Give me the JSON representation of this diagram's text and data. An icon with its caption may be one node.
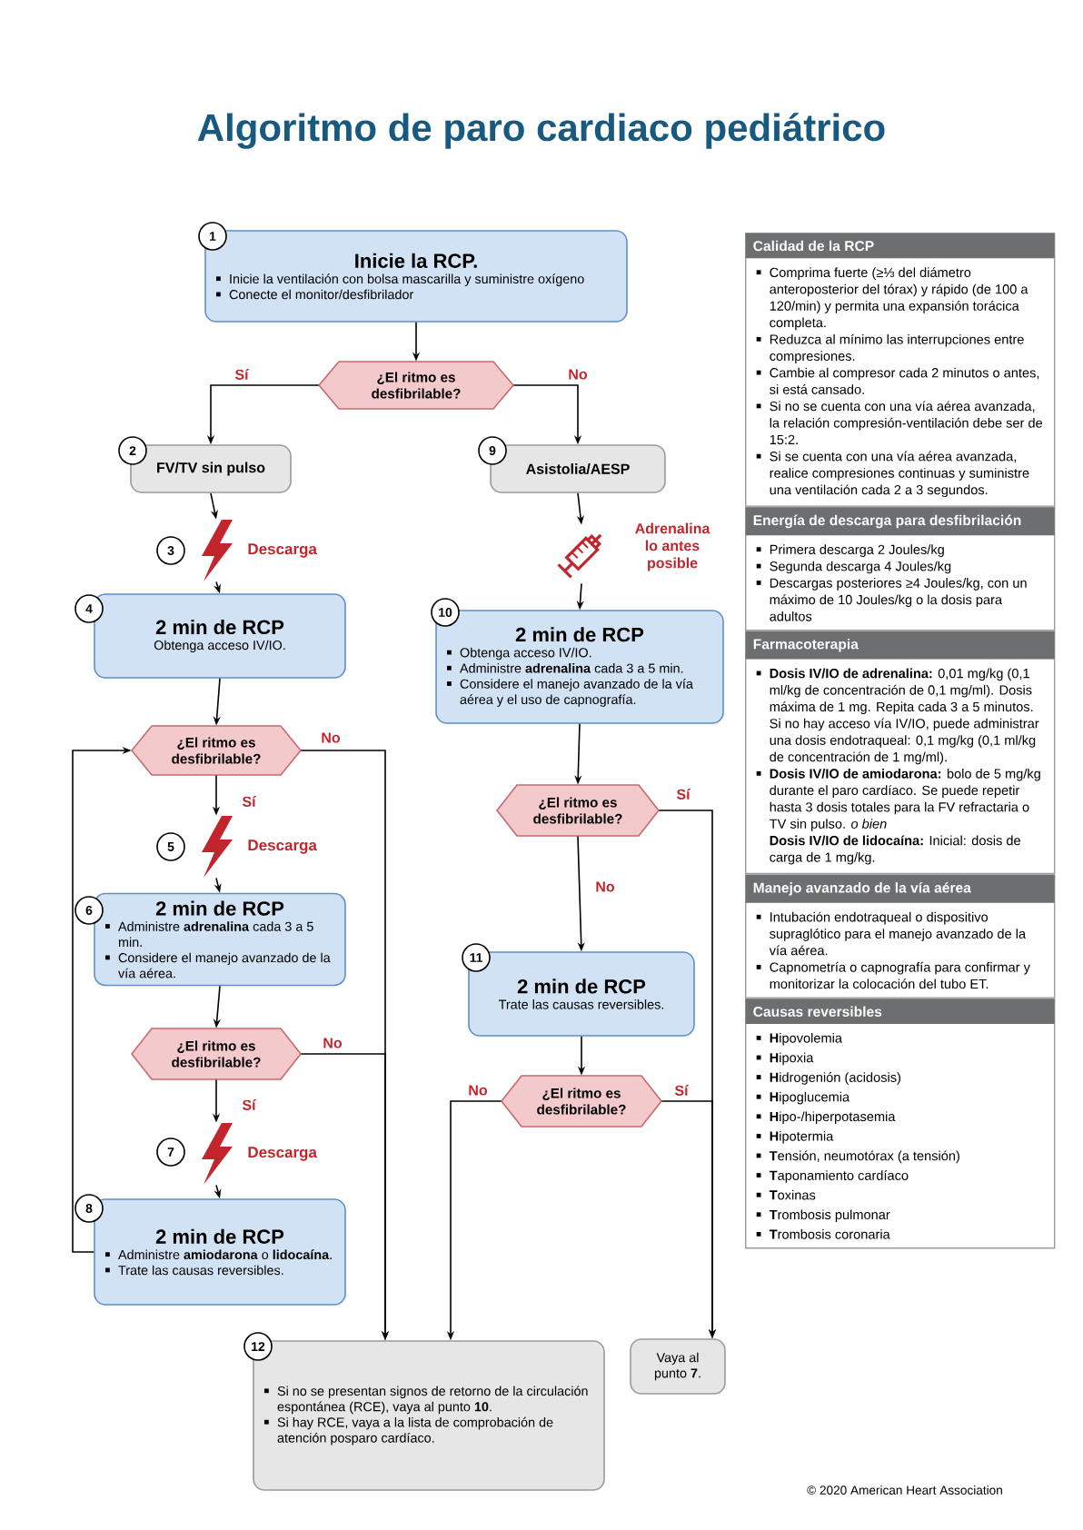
{
  "diagram": {
    "title": "Algoritmo de paro cardiaco pediátrico",
    "nodes": [
      {
        "text": [
          "Inicie la RCP.",
          "Inicie la ventilación con bolsa mascarilla y suministre oxígeno",
          "Conecte el monitor/desfibrilador"
        ]
      },
      {
        "text": [
          "¿El ritmo es desfibrilable?"
        ]
      },
      {
        "text": [
          "FV/TV sin pulso"
        ]
      },
      {
        "text": [
          "Asistolia/AESP"
        ]
      },
      {
        "text": [],
        "shape": "lightning",
        "beside": [
          "Descarga"
        ]
      },
      {
        "text": [],
        "shape": "syringe",
        "beside": [
          "Adrenalina lo antes posible"
        ]
      },
      {
        "text": [
          "2 min de RCP",
          "Obtenga acceso IV/IO."
        ]
      },
      {
        "text": [
          "2 min de RCP",
          "Obtenga acceso IV/IO.",
          "Administre **adrenalina** cada 3 a 5 min.",
          "Considere el manejo avanzado de la vía aérea y el uso de capnografía."
        ]
      },
      {
        "text": [
          "¿El ritmo es desfibrilable?"
        ]
      },
      {
        "text": [
          "¿El ritmo es desfibrilable?"
        ]
      },
      {
        "text": [],
        "shape": "lightning",
        "beside": [
          "Descarga"
        ]
      },
      {
        "text": [
          "2 min de RCP",
          "Administre **adrenalina** cada 3 a 5 min.",
          "Considere el manejo avanzado de la vía aérea."
        ]
      },
      {
        "text": [
          "2 min de RCP",
          "Trate las causas reversibles."
        ]
      },
      {
        "text": [
          "¿El ritmo es desfibrilable?"
        ]
      },
      {
        "text": [
          "¿El ritmo es desfibrilable?"
        ]
      },
      {
        "text": [],
        "shape": "lightning",
        "beside": [
          "Descarga"
        ]
      },
      {
        "text": [
          "2 min de RCP",
          "Administre **amiodarona** o **lidocaína**.",
          "Trate las causas reversibles."
        ]
      },
      {
        "text": [
          "Si no se presentan signos de retorno de la circulación espontánea (RCE), vaya al punto **10**.",
          "Si hay RCE, vaya a la lista de comprobación de atención posparo cardíaco."
        ]
      },
      {
        "text": [
          "Vaya al punto **7**."
        ]
      },
      {
        "text": [
          "Calidad de la RCP",
          "Comprima fuerte (≥⅓ del diámetro anteroposterior del tórax) y rápido (de 100 a 120/min) y permita una expansión torácica completa.",
          "Reduzca al mínimo las interrupciones entre compresiones.",
          "Cambie al compresor cada 2 minutos o antes, si está cansado.",
          "Si no se cuenta con una vía aérea avanzada, la relación compresión-ventilación debe ser de 15:2.",
          "Si se cuenta con una vía aérea avanzada, realice compresiones continuas y suministre una ventilación cada 2 a 3 segundos."
        ]
      },
      {
        "text": [
          "Energía de descarga para desfibrilación",
          "Primera descarga 2 Joules/kg",
          "Segunda descarga 4 Joules/kg",
          "Descargas posteriores ≥4 Joules/kg, con un máximo de 10 Joules/kg o la dosis para adultos"
        ]
      },
      {
        "text": [
          "Farmacoterapia",
          "**Dosis IV/IO de adrenalina:** 0,01 mg/kg (0,1 ml/kg de concentración de 0,1 mg/ml). Dosis máxima de 1 mg. Repita cada 3 a 5 minutos. Si no hay acceso vía IV/IO, puede administrar una dosis endotraqueal: 0,1 mg/kg (0,1 ml/kg de concentración de 1 mg/ml).",
          "**Dosis IV/IO de amiodarona:** bolo de 5 mg/kg durante el paro cardíaco. Se puede repetir hasta 3 dosis totales para la FV refractaria o TV sin pulso. *o bien*",
          "**Dosis IV/IO de lidocaína:** Inicial: dosis de carga de 1 mg/kg."
        ]
      },
      {
        "text": [
          "Manejo avanzado de la vía aérea",
          "Intubación endotraqueal o dispositivo supraglótico para el manejo avanzado de la vía aérea.",
          "Capnometría o capnografía para confirmar y monitorizar la colocación del tubo ET."
        ]
      },
      {
        "text": [
          "Causas reversibles",
          "**H**ipovolemia",
          "**H**ipoxia",
          "**H**idrogenión (acidosis)",
          "**H**ipoglucemia",
          "**H**ipo-/hiperpotasemia",
          "**H**ipotermia",
          "**T**ensión, neumotórax (a tensión)",
          "**T**aponamiento cardíaco",
          "**T**oxinas",
          "**T**rombosis pulmonar",
          "**T**rombosis coronaria"
        ]
      }
    ],
    "edges": [
      {
        "from": 0,
        "to": 1,
        "arrow": "to"
      },
      {
        "from": 1,
        "to": 2,
        "arrow": "to",
        "label": "Sí"
      },
      {
        "from": 1,
        "to": 3,
        "arrow": "to",
        "label": "No"
      },
      {
        "from": 2,
        "to": 4,
        "arrow": "to"
      },
      {
        "from": 4,
        "to": 6,
        "arrow": "to"
      },
      {
        "from": 3,
        "to": 5,
        "arrow": "to"
      },
      {
        "from": 5,
        "to": 7,
        "arrow": "to"
      },
      {
        "from": 6,
        "to": 8,
        "arrow": "to"
      },
      {
        "from": 8,
        "to": 10,
        "arrow": "to",
        "label": "Sí"
      },
      {
        "from": 10,
        "to": 11,
        "arrow": "to"
      },
      {
        "from": 7,
        "to": 9,
        "arrow": "to"
      },
      {
        "from": 11,
        "to": 13,
        "arrow": "to"
      },
      {
        "from": 13,
        "to": 15,
        "arrow": "to",
        "label": "Sí"
      },
      {
        "from": 15,
        "to": 16,
        "arrow": "to"
      },
      {
        "from": 16,
        "to": 8,
        "arrow": "to"
      },
      {
        "from": 8,
        "to": 17,
        "arrow": "to",
        "label": "No"
      },
      {
        "from": 13,
        "to": 17,
        "arrow": "to",
        "label": "No"
      },
      {
        "from": 9,
        "to": 12,
        "arrow": "to",
        "label": "No"
      },
      {
        "from": 9,
        "to": 18,
        "arrow": "to",
        "label": "Sí"
      },
      {
        "from": 12,
        "to": 14,
        "arrow": "to"
      },
      {
        "from": 14,
        "to": 17,
        "arrow": "to",
        "label": "No"
      },
      {
        "from": 14,
        "to": 18,
        "arrow": "to",
        "label": "Sí"
      }
    ],
    "labels": [
      "1",
      "2",
      "9",
      "3",
      "4",
      "10",
      "5",
      "6",
      "11",
      "7",
      "8",
      "12",
      "© 2020 American Heart Association"
    ]
  }
}
